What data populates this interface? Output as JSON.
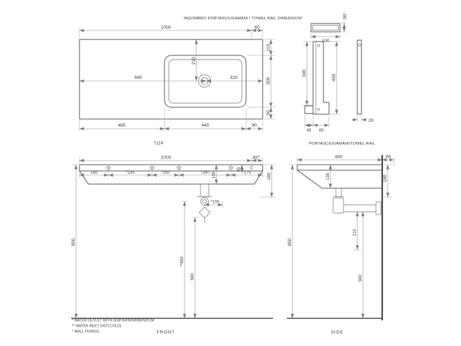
{
  "title": "INGOMBRO PORTASCIUGAMANI / TOWEL RAIL DIMENSION*",
  "top_view": {
    "label": "TOP",
    "width_total": "1000",
    "right_edge_offset": "60",
    "depth_front": "110",
    "drain_from_edge": "210",
    "basin_depth": "300",
    "depth_back": "50",
    "left_to_basin": "690",
    "basin_to_right": "310",
    "bottom_left": "465",
    "bottom_basin": "445",
    "bottom_right": "90"
  },
  "rail_views": {
    "label": "PORTASCIUGAMANI/TOWEL RAIL",
    "top_thickness": "20",
    "top_width": "100",
    "front_height_inner": "390",
    "front_height_total": "455",
    "bottom_left": "40",
    "bottom_right": "60",
    "side_thickness": "20"
  },
  "front_view": {
    "label": "FRONT",
    "width_total": "1000",
    "hole_right_offset": "60*",
    "hole_spacings": [
      "160",
      "*235",
      "*150",
      "*280",
      "*175"
    ],
    "rim_height": "45",
    "basin_depth": "135",
    "front_height": "180",
    "outlet_offset": "*100",
    "mount_height": "850",
    "inlet_height": "**650",
    "outlet_height": "560"
  },
  "side_view": {
    "label": "SIDE",
    "depth_total": "460",
    "back_offset": "65",
    "basin_depth": "135",
    "front_height": "180",
    "trap_drop": "210",
    "outlet_height": "560",
    "mount_height": "850"
  },
  "notes": {
    "outlet": "* WATER OUTLET WITH SISP/SIFN/SIFBR/SIFCM",
    "inlet": "** WATER INLET  (HOT-COLD)",
    "fixings": "° WALL FIXINGS"
  }
}
